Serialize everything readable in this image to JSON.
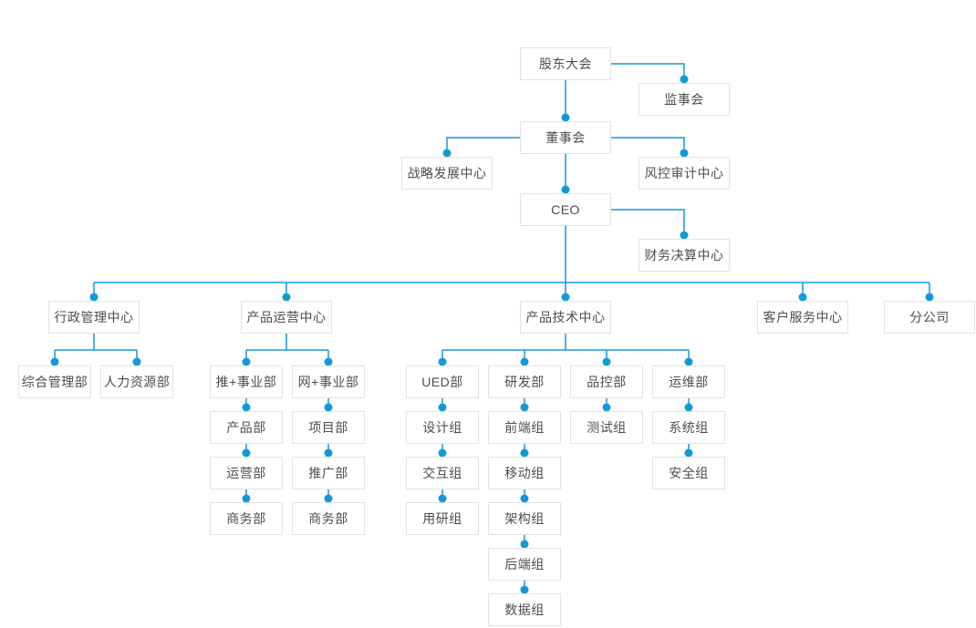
{
  "diagram": {
    "type": "org-chart",
    "line_color": "#1499d8",
    "dot_color": "#1499d8",
    "box_border_color": "#e2e2e2",
    "text_color": "#4d4d4d",
    "nodes": {
      "shareholders_meeting": "股东大会",
      "supervisory_board": "监事会",
      "board_of_directors": "董事会",
      "strategy_center": "战略发展中心",
      "risk_audit_center": "风控审计中心",
      "ceo": "CEO",
      "finance_center": "财务决算中心",
      "admin_center": "行政管理中心",
      "product_ops_center": "产品运营中心",
      "product_tech_center": "产品技术中心",
      "customer_service_center": "客户服务中心",
      "branch_company": "分公司",
      "general_mgmt_dept": "综合管理部",
      "hr_dept": "人力资源部",
      "tui_division": "推+事业部",
      "wang_division": "网+事业部",
      "ued_dept": "UED部",
      "rd_dept": "研发部",
      "qc_dept": "品控部",
      "ops_dept": "运维部",
      "product_dept": "产品部",
      "operation_dept": "运营部",
      "business_dept_1": "商务部",
      "project_dept": "项目部",
      "promotion_dept": "推广部",
      "business_dept_2": "商务部",
      "design_group": "设计组",
      "interaction_group": "交互组",
      "user_research_group": "用研组",
      "frontend_group": "前端组",
      "mobile_group": "移动组",
      "architecture_group": "架构组",
      "backend_group": "后端组",
      "data_group": "数据组",
      "testing_group": "测试组",
      "system_group": "系统组",
      "security_group": "安全组"
    },
    "edges": [
      [
        "shareholders_meeting",
        "supervisory_board"
      ],
      [
        "shareholders_meeting",
        "board_of_directors"
      ],
      [
        "board_of_directors",
        "strategy_center"
      ],
      [
        "board_of_directors",
        "risk_audit_center"
      ],
      [
        "board_of_directors",
        "ceo"
      ],
      [
        "ceo",
        "finance_center"
      ],
      [
        "ceo",
        "admin_center"
      ],
      [
        "ceo",
        "product_ops_center"
      ],
      [
        "ceo",
        "product_tech_center"
      ],
      [
        "ceo",
        "customer_service_center"
      ],
      [
        "ceo",
        "branch_company"
      ],
      [
        "admin_center",
        "general_mgmt_dept"
      ],
      [
        "admin_center",
        "hr_dept"
      ],
      [
        "product_ops_center",
        "tui_division"
      ],
      [
        "product_ops_center",
        "wang_division"
      ],
      [
        "tui_division",
        "product_dept"
      ],
      [
        "product_dept",
        "operation_dept"
      ],
      [
        "operation_dept",
        "business_dept_1"
      ],
      [
        "wang_division",
        "project_dept"
      ],
      [
        "project_dept",
        "promotion_dept"
      ],
      [
        "promotion_dept",
        "business_dept_2"
      ],
      [
        "product_tech_center",
        "ued_dept"
      ],
      [
        "product_tech_center",
        "rd_dept"
      ],
      [
        "product_tech_center",
        "qc_dept"
      ],
      [
        "product_tech_center",
        "ops_dept"
      ],
      [
        "ued_dept",
        "design_group"
      ],
      [
        "design_group",
        "interaction_group"
      ],
      [
        "interaction_group",
        "user_research_group"
      ],
      [
        "rd_dept",
        "frontend_group"
      ],
      [
        "frontend_group",
        "mobile_group"
      ],
      [
        "mobile_group",
        "architecture_group"
      ],
      [
        "architecture_group",
        "backend_group"
      ],
      [
        "backend_group",
        "data_group"
      ],
      [
        "qc_dept",
        "testing_group"
      ],
      [
        "ops_dept",
        "system_group"
      ],
      [
        "system_group",
        "security_group"
      ]
    ]
  }
}
